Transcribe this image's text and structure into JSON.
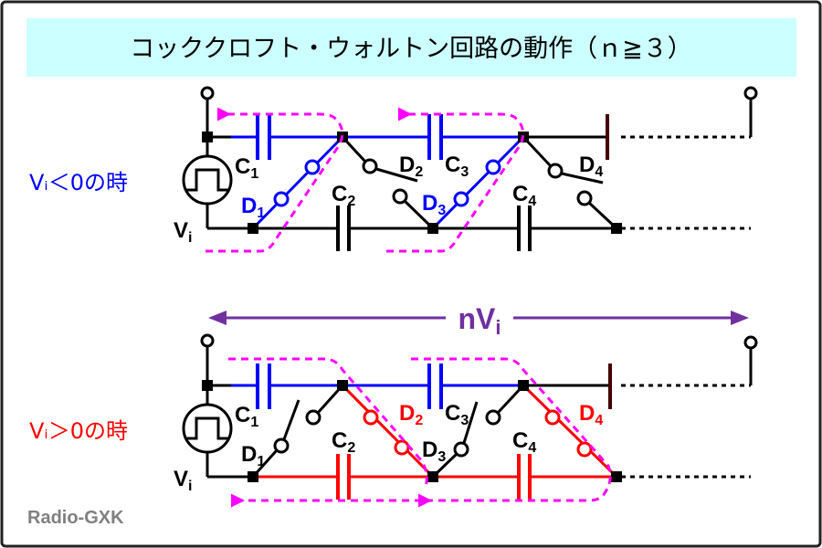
{
  "title": "コッククロフト・ウォルトン回路の動作（ｎ≧３）",
  "colors": {
    "title_bg": "#ccffff",
    "blue": "#0000ff",
    "red": "#ff0000",
    "magenta": "#ff00ff",
    "purple": "#7030a0",
    "watermark": "#808080"
  },
  "top_circuit": {
    "condition": "Vᵢ＜0の時",
    "labels": {
      "C1": {
        "m": "C",
        "s": "1"
      },
      "C2": {
        "m": "C",
        "s": "2"
      },
      "C3": {
        "m": "C",
        "s": "3"
      },
      "C4": {
        "m": "C",
        "s": "4"
      },
      "D1": {
        "m": "D",
        "s": "1"
      },
      "D2": {
        "m": "D",
        "s": "2"
      },
      "D3": {
        "m": "D",
        "s": "3"
      },
      "D4": {
        "m": "D",
        "s": "4"
      },
      "Vi": {
        "m": "V",
        "s": "i"
      }
    }
  },
  "bottom_circuit": {
    "condition": "Vᵢ＞0の時",
    "labels": {
      "C1": {
        "m": "C",
        "s": "1"
      },
      "C2": {
        "m": "C",
        "s": "2"
      },
      "C3": {
        "m": "C",
        "s": "3"
      },
      "C4": {
        "m": "C",
        "s": "4"
      },
      "D1": {
        "m": "D",
        "s": "1"
      },
      "D2": {
        "m": "D",
        "s": "2"
      },
      "D3": {
        "m": "D",
        "s": "3"
      },
      "D4": {
        "m": "D",
        "s": "4"
      },
      "Vi": {
        "m": "V",
        "s": "i"
      }
    }
  },
  "output_voltage": {
    "m": "nV",
    "s": "i"
  },
  "watermark": "Radio-GXK"
}
